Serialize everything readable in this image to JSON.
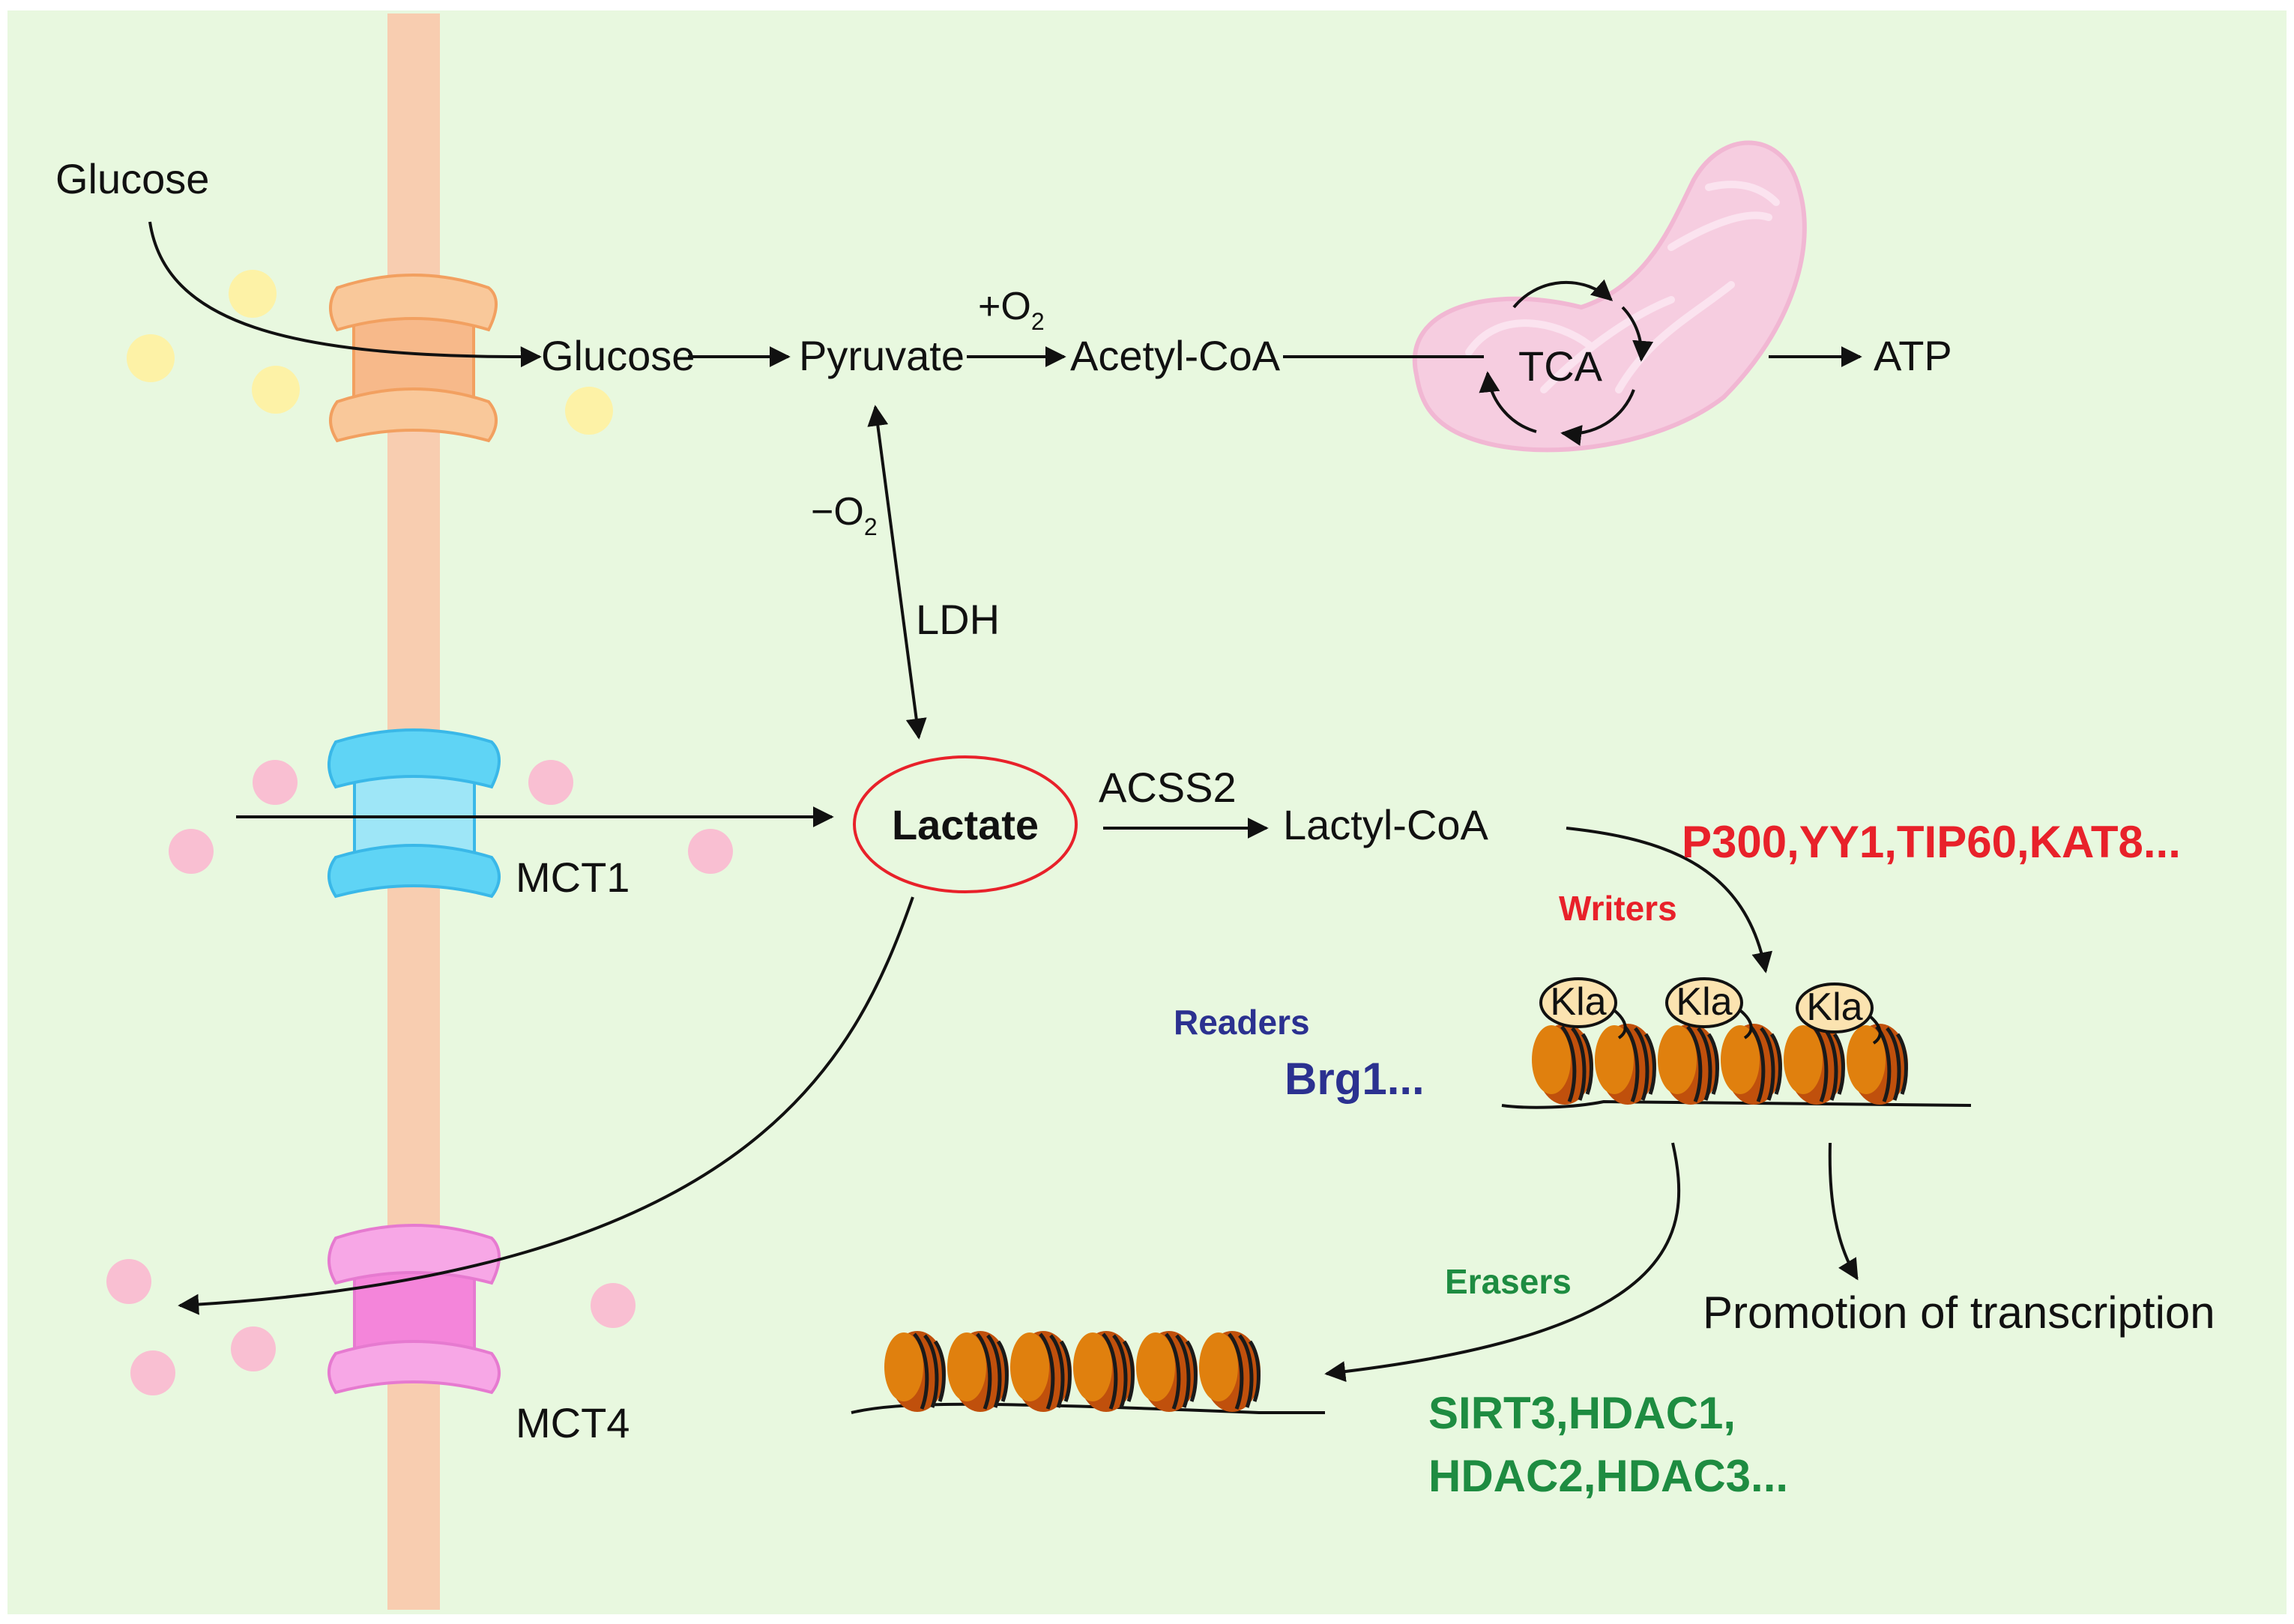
{
  "labels": {
    "glucose_outside": "Glucose",
    "glucose_inside": "Glucose",
    "pyruvate": "Pyruvate",
    "plus_o2": "+O",
    "plus_o2_sub": "2",
    "acetyl_coa": "Acetyl-CoA",
    "tca": "TCA",
    "atp": "ATP",
    "minus_o2": "−O",
    "minus_o2_sub": "2",
    "ldh": "LDH",
    "lactate": "Lactate",
    "acss2": "ACSS2",
    "lactyl_coa": "Lactyl-CoA",
    "mct1": "MCT1",
    "mct4": "MCT4",
    "writers_title": "Writers",
    "writers_list": "P300,YY1,TIP60,KAT8...",
    "readers_title": "Readers",
    "readers_list": "Brg1...",
    "kla": "Kla",
    "erasers_title": "Erasers",
    "erasers_list_1": "SIRT3,HDAC1,",
    "erasers_list_2": "HDAC2,HDAC3...",
    "promotion": "Promotion of transcription"
  },
  "colors": {
    "background": "#e8f8df",
    "membrane": "#f8cdb0",
    "glut_transporter": "#f9c89a",
    "mct1_transporter": "#5fd4f5",
    "mct4_transporter": "#f7a7e6",
    "glucose_dot": "#fdf2a6",
    "lactate_dot": "#f9bfd2",
    "mitochondrion": "#f6cde0",
    "lactate_outline": "#e8212a",
    "writers": "#e8212a",
    "readers": "#2b3190",
    "erasers": "#1e8c41",
    "nucleosome": "#c0500c",
    "kla_bubble": "#fbe3b0"
  }
}
